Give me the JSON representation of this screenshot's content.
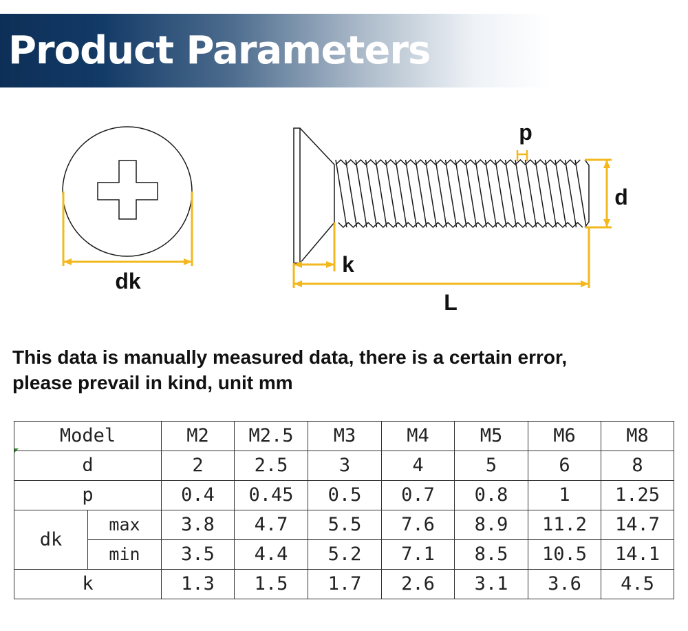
{
  "header": {
    "title": "Product Parameters"
  },
  "diagram": {
    "labels": {
      "dk": "dk",
      "k": "k",
      "L": "L",
      "d": "d",
      "p": "p"
    },
    "colors": {
      "dimension": "#f2b81e",
      "outline": "#1a1a1a"
    }
  },
  "note": {
    "line1": "This data is manually measured data, there is a certain error,",
    "line2": "please prevail in kind, unit mm"
  },
  "table": {
    "model_label": "Model",
    "models": [
      "M2",
      "M2.5",
      "M3",
      "M4",
      "M5",
      "M6",
      "M8"
    ],
    "rows": {
      "d": {
        "label": "d",
        "values": [
          "2",
          "2.5",
          "3",
          "4",
          "5",
          "6",
          "8"
        ]
      },
      "p": {
        "label": "p",
        "values": [
          "0.4",
          "0.45",
          "0.5",
          "0.7",
          "0.8",
          "1",
          "1.25"
        ]
      },
      "dk": {
        "label": "dk",
        "max": {
          "label": "max",
          "values": [
            "3.8",
            "4.7",
            "5.5",
            "7.6",
            "8.9",
            "11.2",
            "14.7"
          ]
        },
        "min": {
          "label": "min",
          "values": [
            "3.5",
            "4.4",
            "5.2",
            "7.1",
            "8.5",
            "10.5",
            "14.1"
          ]
        }
      },
      "k": {
        "label": "k",
        "values": [
          "1.3",
          "1.5",
          "1.7",
          "2.6",
          "3.1",
          "3.6",
          "4.5"
        ]
      }
    }
  }
}
